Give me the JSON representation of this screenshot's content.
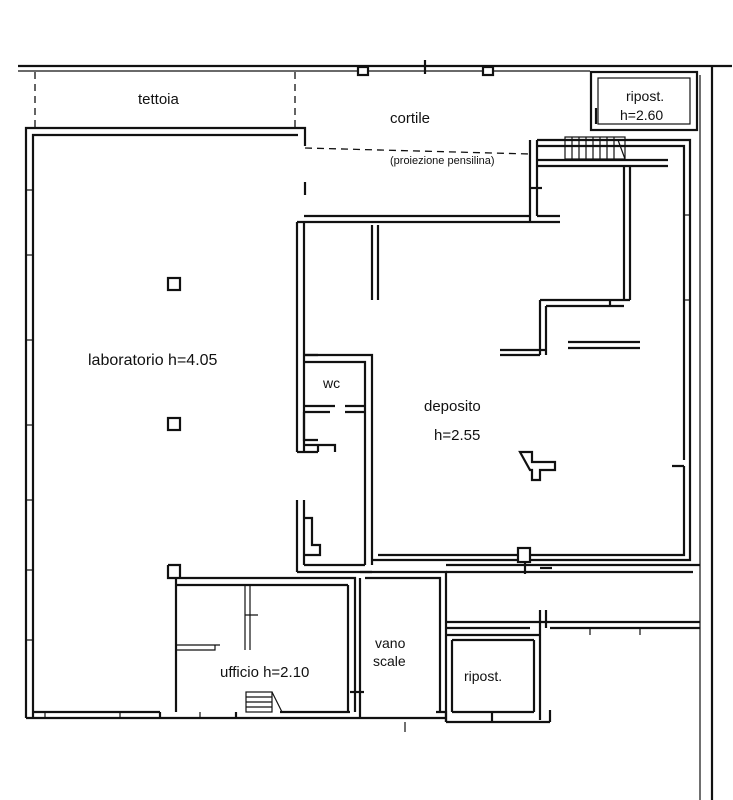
{
  "labels": {
    "tettoia": "tettoia",
    "cortile": "cortile",
    "riposto_top_line1": "ripost.",
    "riposto_top_line2": "h=2.60",
    "proiezione": "(proiezione pensilina)",
    "laboratorio": "laboratorio h=4.05",
    "wc": "wc",
    "deposito_line1": "deposito",
    "deposito_line2": "h=2.55",
    "vano_line1": "vano",
    "vano_line2": "scale",
    "ufficio": "ufficio h=2.10",
    "riposto_bottom": "ripost."
  }
}
